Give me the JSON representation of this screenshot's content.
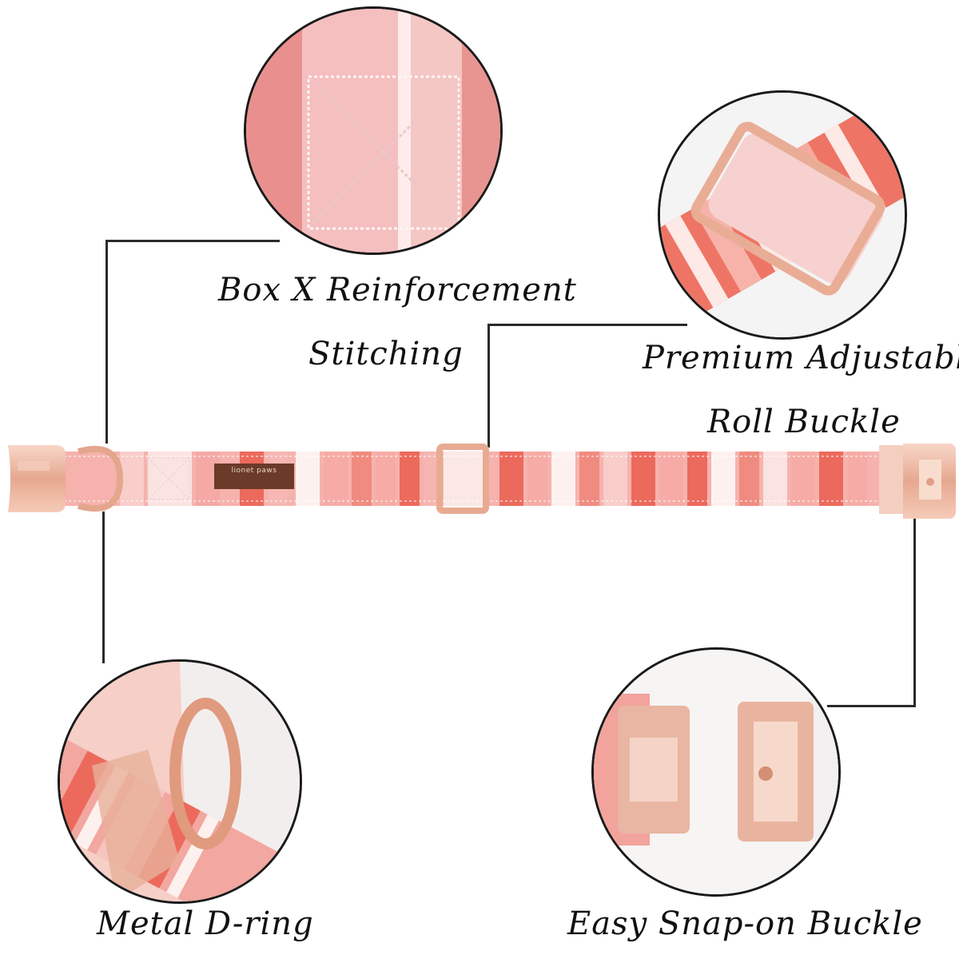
{
  "callouts": {
    "stitching_line1": "Box X Reinforcement",
    "stitching_line2": "Stitching",
    "buckle_line1": "Premium Adjustable",
    "buckle_line2": "Roll Buckle",
    "dring": "Metal D-ring",
    "snap": "Easy Snap-on Buckle"
  },
  "tag": {
    "brand": "lionet paws"
  },
  "colors": {
    "coral": "#ec6a5c",
    "pink": "#f3a4a3",
    "light_pink": "#f8cfcc",
    "white_stripe": "#fdf1ef",
    "rose_gold": "#e8b39b",
    "tag_brown": "#6b3a28",
    "leader_line": "#2a2a2a"
  }
}
